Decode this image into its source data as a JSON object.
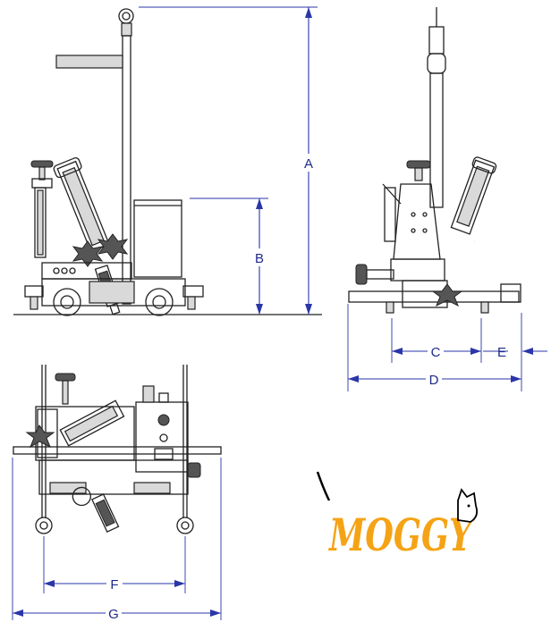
{
  "dimensions": {
    "A": "A",
    "B": "B",
    "C": "C",
    "D": "D",
    "E": "E",
    "F": "F",
    "G": "G"
  },
  "logo": {
    "text": "MOGGY",
    "color": "#f5a316",
    "icon": "cat-silhouette-icon"
  },
  "colors": {
    "dimension_lines": "#2a36a8",
    "machine_lines": "#222222"
  }
}
